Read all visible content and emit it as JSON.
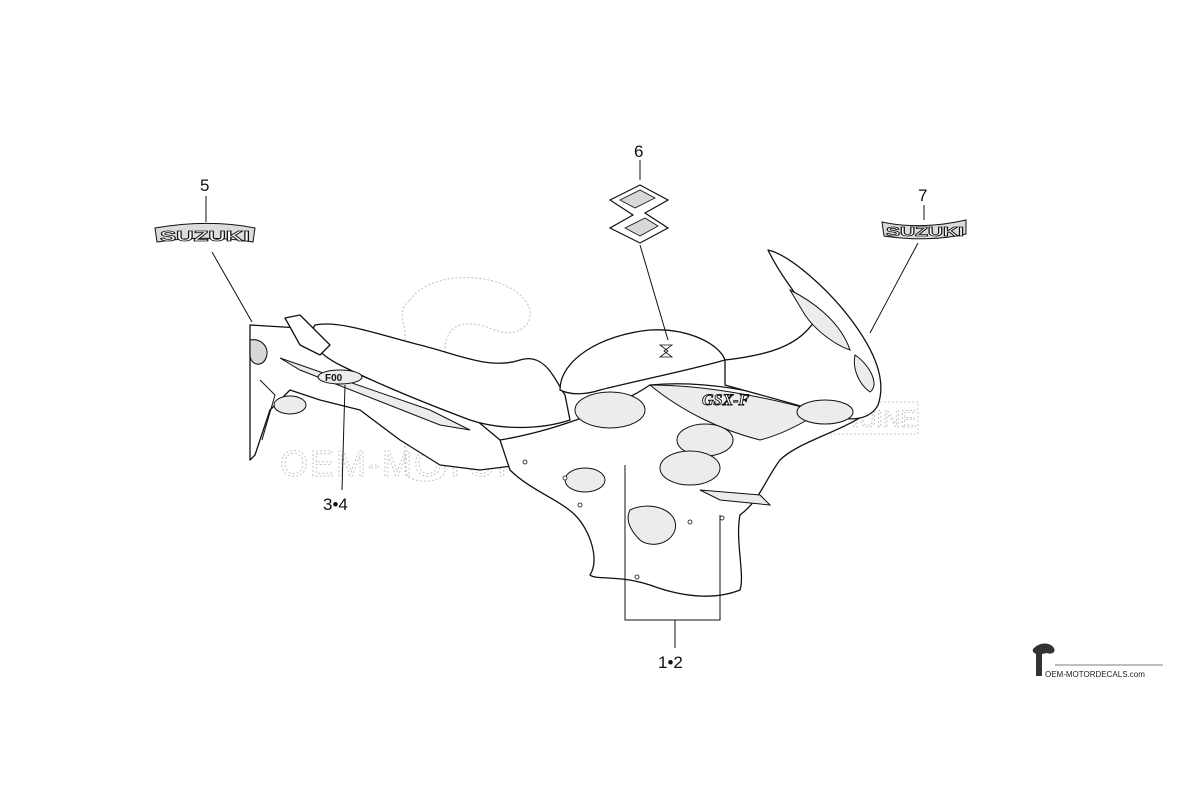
{
  "diagram": {
    "callouts": {
      "c5": "5",
      "c6": "6",
      "c7": "7",
      "c34": "3•4",
      "c12": "1•2"
    },
    "decals": {
      "tank_left": "SUZUKI",
      "tank_right": "SUZUKI",
      "fairing_model": "GSX-F",
      "tail_model": "F00"
    },
    "watermark": {
      "main": "OEM-MOTORDECALS.com",
      "badge": "GENUINE",
      "corner": "OEM-MOTORDECALS.com"
    }
  }
}
